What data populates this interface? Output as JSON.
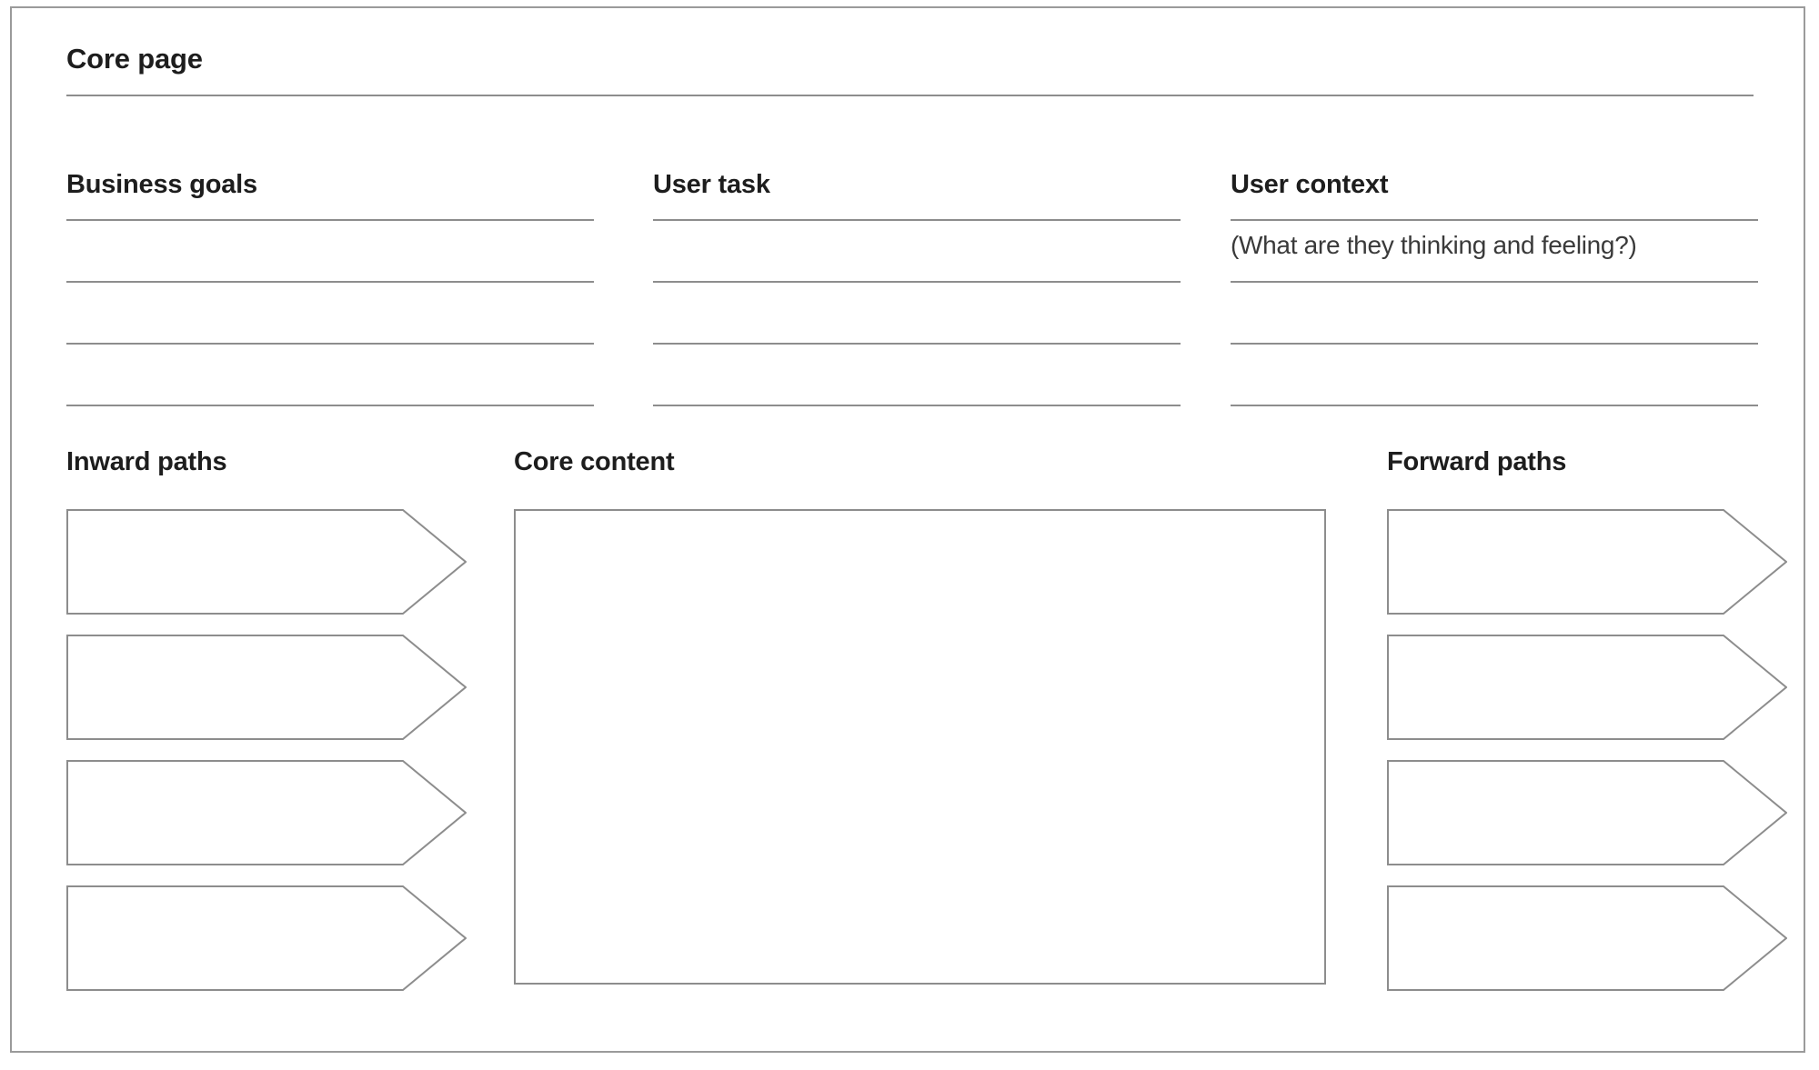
{
  "sheet": {
    "title": "Core page"
  },
  "intent_columns": [
    {
      "title": "Business goals",
      "lines": [
        {
          "hint": ""
        },
        {
          "hint": ""
        },
        {
          "hint": ""
        },
        {
          "hint": ""
        }
      ]
    },
    {
      "title": "User task",
      "lines": [
        {
          "hint": ""
        },
        {
          "hint": ""
        },
        {
          "hint": ""
        },
        {
          "hint": ""
        }
      ]
    },
    {
      "title": "User context",
      "lines": [
        {
          "hint": "(What are they thinking and feeling?)"
        },
        {
          "hint": ""
        },
        {
          "hint": ""
        },
        {
          "hint": ""
        }
      ]
    }
  ],
  "lower": {
    "inward_paths": {
      "title": "Inward paths",
      "items": [
        {
          "label": ""
        },
        {
          "label": ""
        },
        {
          "label": ""
        },
        {
          "label": ""
        }
      ]
    },
    "core_content": {
      "title": "Core content",
      "body": ""
    },
    "forward_paths": {
      "title": "Forward paths",
      "items": [
        {
          "label": ""
        },
        {
          "label": ""
        },
        {
          "label": ""
        },
        {
          "label": ""
        }
      ]
    }
  },
  "colors": {
    "frame": "#9a9a9a",
    "rule": "#8d8d8d",
    "text": "#1d1d1d",
    "hint_text": "#3a3a3a",
    "background": "#ffffff"
  }
}
